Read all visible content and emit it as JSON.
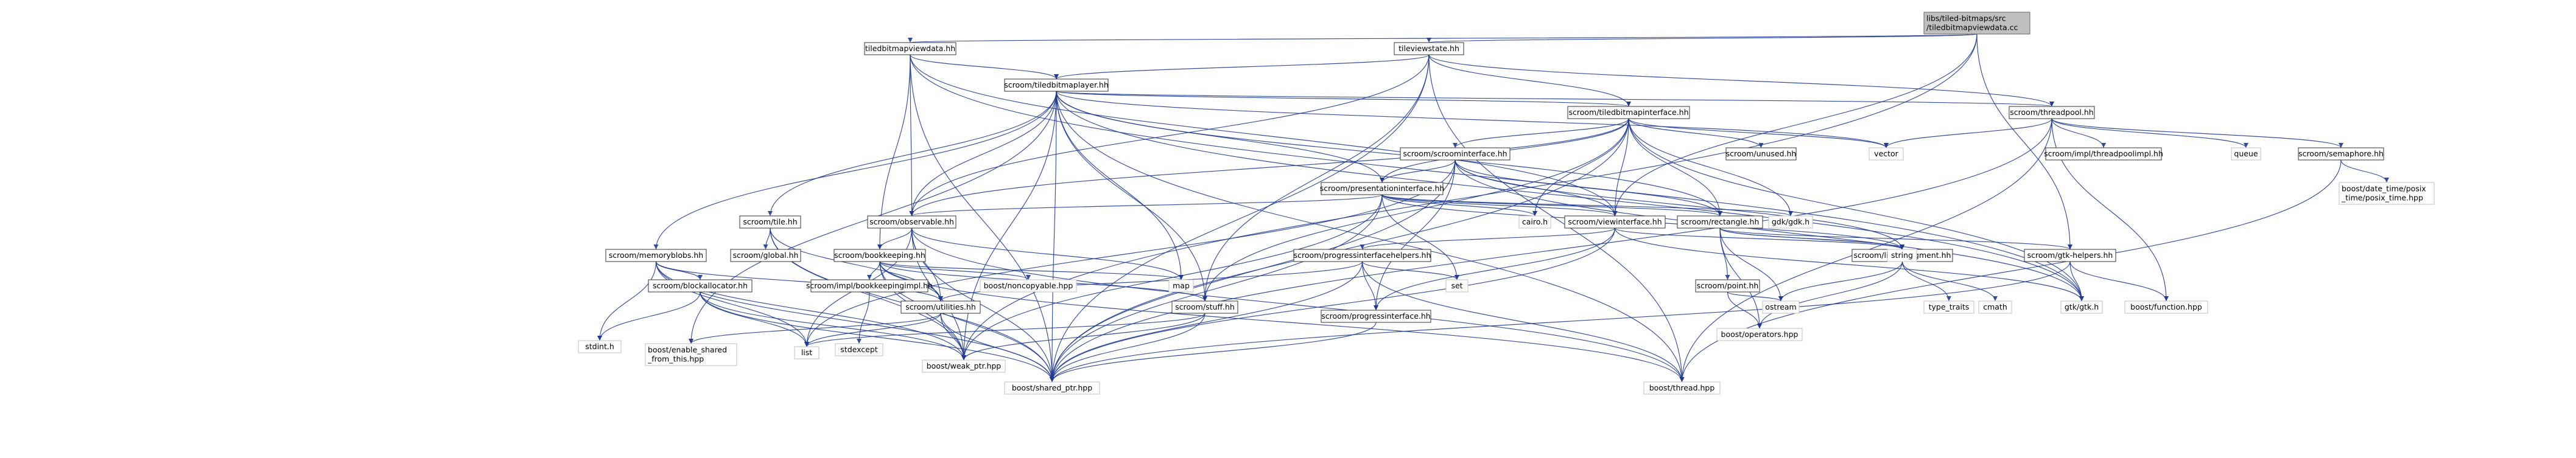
{
  "diagram": {
    "root": "libs/tiled-bitmaps/src/tiledbitmapviewdata.cc",
    "nodes": [
      {
        "id": "root",
        "lines": [
          "libs/tiled-bitmaps/src",
          "/tiledbitmapviewdata.cc"
        ],
        "kind": "root"
      },
      {
        "id": "tbvdata",
        "lines": [
          "tiledbitmapviewdata.hh"
        ],
        "kind": "internal"
      },
      {
        "id": "tvstate",
        "lines": [
          "tileviewstate.hh"
        ],
        "kind": "internal"
      },
      {
        "id": "tbplayer",
        "lines": [
          "scroom/tiledbitmaplayer.hh"
        ],
        "kind": "internal"
      },
      {
        "id": "tbiface",
        "lines": [
          "scroom/tiledbitmapinterface.hh"
        ],
        "kind": "internal"
      },
      {
        "id": "threadpool",
        "lines": [
          "scroom/threadpool.hh"
        ],
        "kind": "internal"
      },
      {
        "id": "scroomiface",
        "lines": [
          "scroom/scroominterface.hh"
        ],
        "kind": "internal"
      },
      {
        "id": "unused",
        "lines": [
          "scroom/unused.hh"
        ],
        "kind": "internal"
      },
      {
        "id": "tpimpl",
        "lines": [
          "scroom/impl/threadpoolimpl.hh"
        ],
        "kind": "internal"
      },
      {
        "id": "semaphore",
        "lines": [
          "scroom/semaphore.hh"
        ],
        "kind": "internal"
      },
      {
        "id": "presiface",
        "lines": [
          "scroom/presentationinterface.hh"
        ],
        "kind": "internal"
      },
      {
        "id": "tile",
        "lines": [
          "scroom/tile.hh"
        ],
        "kind": "internal"
      },
      {
        "id": "observable",
        "lines": [
          "scroom/observable.hh"
        ],
        "kind": "internal"
      },
      {
        "id": "viewiface",
        "lines": [
          "scroom/viewinterface.hh"
        ],
        "kind": "internal"
      },
      {
        "id": "rectangle",
        "lines": [
          "scroom/rectangle.hh"
        ],
        "kind": "internal"
      },
      {
        "id": "memblobs",
        "lines": [
          "scroom/memoryblobs.hh"
        ],
        "kind": "internal"
      },
      {
        "id": "global",
        "lines": [
          "scroom/global.hh"
        ],
        "kind": "internal"
      },
      {
        "id": "bookkeeping",
        "lines": [
          "scroom/bookkeeping.hh"
        ],
        "kind": "internal"
      },
      {
        "id": "proghelpers",
        "lines": [
          "scroom/progressinterfacehelpers.hh"
        ],
        "kind": "internal"
      },
      {
        "id": "point",
        "lines": [
          "scroom/point.hh"
        ],
        "kind": "internal"
      },
      {
        "id": "linseg",
        "lines": [
          "scroom/linearsegment.hh"
        ],
        "kind": "internal"
      },
      {
        "id": "gtkhelpers",
        "lines": [
          "scroom/gtk-helpers.hh"
        ],
        "kind": "internal"
      },
      {
        "id": "blockalloc",
        "lines": [
          "scroom/blockallocator.hh"
        ],
        "kind": "internal"
      },
      {
        "id": "utilities",
        "lines": [
          "scroom/utilities.hh"
        ],
        "kind": "internal"
      },
      {
        "id": "bkimpl",
        "lines": [
          "scroom/impl/bookkeepingimpl.hh"
        ],
        "kind": "internal"
      },
      {
        "id": "stuff",
        "lines": [
          "scroom/stuff.hh"
        ],
        "kind": "internal"
      },
      {
        "id": "progiface",
        "lines": [
          "scroom/progressinterface.hh"
        ],
        "kind": "internal"
      },
      {
        "id": "vector",
        "lines": [
          "vector"
        ],
        "kind": "external"
      },
      {
        "id": "queue",
        "lines": [
          "queue"
        ],
        "kind": "external"
      },
      {
        "id": "posixtime",
        "lines": [
          "boost/date_time/posix",
          "_time/posix_time.hpp"
        ],
        "kind": "external"
      },
      {
        "id": "cairo",
        "lines": [
          "cairo.h"
        ],
        "kind": "external"
      },
      {
        "id": "gdk",
        "lines": [
          "gdk/gdk.h"
        ],
        "kind": "external"
      },
      {
        "id": "string",
        "lines": [
          "string"
        ],
        "kind": "external"
      },
      {
        "id": "map",
        "lines": [
          "map"
        ],
        "kind": "external"
      },
      {
        "id": "noncopyable",
        "lines": [
          "boost/noncopyable.hpp"
        ],
        "kind": "external"
      },
      {
        "id": "set",
        "lines": [
          "set"
        ],
        "kind": "external"
      },
      {
        "id": "operators",
        "lines": [
          "boost/operators.hpp"
        ],
        "kind": "external"
      },
      {
        "id": "ostream",
        "lines": [
          "ostream"
        ],
        "kind": "external"
      },
      {
        "id": "typetraits",
        "lines": [
          "type_traits"
        ],
        "kind": "external"
      },
      {
        "id": "cmath",
        "lines": [
          "cmath"
        ],
        "kind": "external"
      },
      {
        "id": "gtk",
        "lines": [
          "gtk/gtk.h"
        ],
        "kind": "external"
      },
      {
        "id": "bfunction",
        "lines": [
          "boost/function.hpp"
        ],
        "kind": "external"
      },
      {
        "id": "stdint",
        "lines": [
          "stdint.h"
        ],
        "kind": "external"
      },
      {
        "id": "enableshared",
        "lines": [
          "boost/enable_shared",
          "_from_this.hpp"
        ],
        "kind": "external"
      },
      {
        "id": "list",
        "lines": [
          "list"
        ],
        "kind": "external"
      },
      {
        "id": "stdexcept",
        "lines": [
          "stdexcept"
        ],
        "kind": "external"
      },
      {
        "id": "weakptr",
        "lines": [
          "boost/weak_ptr.hpp"
        ],
        "kind": "external"
      },
      {
        "id": "sharedptr",
        "lines": [
          "boost/shared_ptr.hpp"
        ],
        "kind": "external"
      },
      {
        "id": "bthread",
        "lines": [
          "boost/thread.hpp"
        ],
        "kind": "external"
      }
    ],
    "edges": [
      [
        "root",
        "tbvdata"
      ],
      [
        "root",
        "tvstate"
      ],
      [
        "root",
        "viewiface"
      ],
      [
        "root",
        "gtkhelpers"
      ],
      [
        "root",
        "weakptr"
      ],
      [
        "tbvdata",
        "tbplayer"
      ],
      [
        "tbvdata",
        "observable"
      ],
      [
        "tbvdata",
        "viewiface"
      ],
      [
        "tbvdata",
        "bookkeeping"
      ],
      [
        "tbvdata",
        "gtk"
      ],
      [
        "tbvdata",
        "sharedptr"
      ],
      [
        "tvstate",
        "tbplayer"
      ],
      [
        "tvstate",
        "tbiface"
      ],
      [
        "tvstate",
        "threadpool"
      ],
      [
        "tvstate",
        "observable"
      ],
      [
        "tvstate",
        "stuff"
      ],
      [
        "tvstate",
        "sharedptr"
      ],
      [
        "tvstate",
        "bthread"
      ],
      [
        "tbplayer",
        "tbiface"
      ],
      [
        "tbplayer",
        "threadpool"
      ],
      [
        "tbplayer",
        "presiface"
      ],
      [
        "tbplayer",
        "tile"
      ],
      [
        "tbplayer",
        "observable"
      ],
      [
        "tbplayer",
        "rectangle"
      ],
      [
        "tbplayer",
        "memblobs"
      ],
      [
        "tbplayer",
        "stuff"
      ],
      [
        "tbplayer",
        "vector"
      ],
      [
        "tbplayer",
        "map"
      ],
      [
        "tbplayer",
        "gtk"
      ],
      [
        "tbplayer",
        "sharedptr"
      ],
      [
        "tbplayer",
        "weakptr"
      ],
      [
        "tbplayer",
        "enableshared"
      ],
      [
        "tbplayer",
        "bthread"
      ],
      [
        "tbiface",
        "scroomiface"
      ],
      [
        "tbiface",
        "unused"
      ],
      [
        "tbiface",
        "presiface"
      ],
      [
        "tbiface",
        "viewiface"
      ],
      [
        "tbiface",
        "rectangle"
      ],
      [
        "tbiface",
        "vector"
      ],
      [
        "tbiface",
        "cairo"
      ],
      [
        "tbiface",
        "gdk"
      ],
      [
        "tbiface",
        "gtk"
      ],
      [
        "tbiface",
        "sharedptr"
      ],
      [
        "tbiface",
        "observable"
      ],
      [
        "tbiface",
        "stuff"
      ],
      [
        "threadpool",
        "tpimpl"
      ],
      [
        "threadpool",
        "semaphore"
      ],
      [
        "threadpool",
        "vector"
      ],
      [
        "threadpool",
        "queue"
      ],
      [
        "threadpool",
        "bfunction"
      ],
      [
        "threadpool",
        "sharedptr"
      ],
      [
        "threadpool",
        "bthread"
      ],
      [
        "semaphore",
        "posixtime"
      ],
      [
        "semaphore",
        "bthread"
      ],
      [
        "scroomiface",
        "presiface"
      ],
      [
        "scroomiface",
        "viewiface"
      ],
      [
        "scroomiface",
        "rectangle"
      ],
      [
        "scroomiface",
        "string"
      ],
      [
        "scroomiface",
        "gtk"
      ],
      [
        "scroomiface",
        "sharedptr"
      ],
      [
        "scroomiface",
        "progiface"
      ],
      [
        "scroomiface",
        "list"
      ],
      [
        "presiface",
        "viewiface"
      ],
      [
        "presiface",
        "observable"
      ],
      [
        "presiface",
        "rectangle"
      ],
      [
        "presiface",
        "cairo"
      ],
      [
        "presiface",
        "gdk"
      ],
      [
        "presiface",
        "set"
      ],
      [
        "presiface",
        "string"
      ],
      [
        "presiface",
        "sharedptr"
      ],
      [
        "presiface",
        "weakptr"
      ],
      [
        "tile",
        "global"
      ],
      [
        "tile",
        "utilities"
      ],
      [
        "tile",
        "sharedptr"
      ],
      [
        "tile",
        "weakptr"
      ],
      [
        "observable",
        "bookkeeping"
      ],
      [
        "observable",
        "utilities"
      ],
      [
        "observable",
        "list"
      ],
      [
        "observable",
        "map"
      ],
      [
        "observable",
        "sharedptr"
      ],
      [
        "observable",
        "weakptr"
      ],
      [
        "observable",
        "bthread"
      ],
      [
        "viewiface",
        "proghelpers"
      ],
      [
        "viewiface",
        "progiface"
      ],
      [
        "viewiface",
        "string"
      ],
      [
        "viewiface",
        "gtk"
      ],
      [
        "viewiface",
        "sharedptr"
      ],
      [
        "rectangle",
        "point"
      ],
      [
        "rectangle",
        "linseg"
      ],
      [
        "rectangle",
        "gtkhelpers"
      ],
      [
        "rectangle",
        "ostream"
      ],
      [
        "rectangle",
        "string"
      ],
      [
        "rectangle",
        "operators"
      ],
      [
        "memblobs",
        "blockalloc"
      ],
      [
        "memblobs",
        "utilities"
      ],
      [
        "memblobs",
        "stdint"
      ],
      [
        "memblobs",
        "list"
      ],
      [
        "memblobs",
        "sharedptr"
      ],
      [
        "memblobs",
        "weakptr"
      ],
      [
        "bookkeeping",
        "bkimpl"
      ],
      [
        "bookkeeping",
        "utilities"
      ],
      [
        "bookkeeping",
        "stuff"
      ],
      [
        "bookkeeping",
        "map"
      ],
      [
        "bookkeeping",
        "noncopyable"
      ],
      [
        "bookkeeping",
        "sharedptr"
      ],
      [
        "bookkeeping",
        "weakptr"
      ],
      [
        "bookkeeping",
        "bthread"
      ],
      [
        "proghelpers",
        "progiface"
      ],
      [
        "proghelpers",
        "utilities"
      ],
      [
        "proghelpers",
        "set"
      ],
      [
        "proghelpers",
        "sharedptr"
      ],
      [
        "proghelpers",
        "bthread"
      ],
      [
        "point",
        "operators"
      ],
      [
        "point",
        "ostream"
      ],
      [
        "linseg",
        "operators"
      ],
      [
        "linseg",
        "ostream"
      ],
      [
        "linseg",
        "typetraits"
      ],
      [
        "linseg",
        "cmath"
      ],
      [
        "gtkhelpers",
        "gtk"
      ],
      [
        "gtkhelpers",
        "bfunction"
      ],
      [
        "gtkhelpers",
        "sharedptr"
      ],
      [
        "blockalloc",
        "stdint"
      ],
      [
        "blockalloc",
        "list"
      ],
      [
        "blockalloc",
        "sharedptr"
      ],
      [
        "blockalloc",
        "weakptr"
      ],
      [
        "utilities",
        "enableshared"
      ],
      [
        "utilities",
        "list"
      ],
      [
        "utilities",
        "sharedptr"
      ],
      [
        "utilities",
        "weakptr"
      ],
      [
        "bkimpl",
        "stdexcept"
      ],
      [
        "stuff",
        "list"
      ],
      [
        "stuff",
        "sharedptr"
      ],
      [
        "stuff",
        "weakptr"
      ],
      [
        "progiface",
        "sharedptr"
      ]
    ]
  }
}
